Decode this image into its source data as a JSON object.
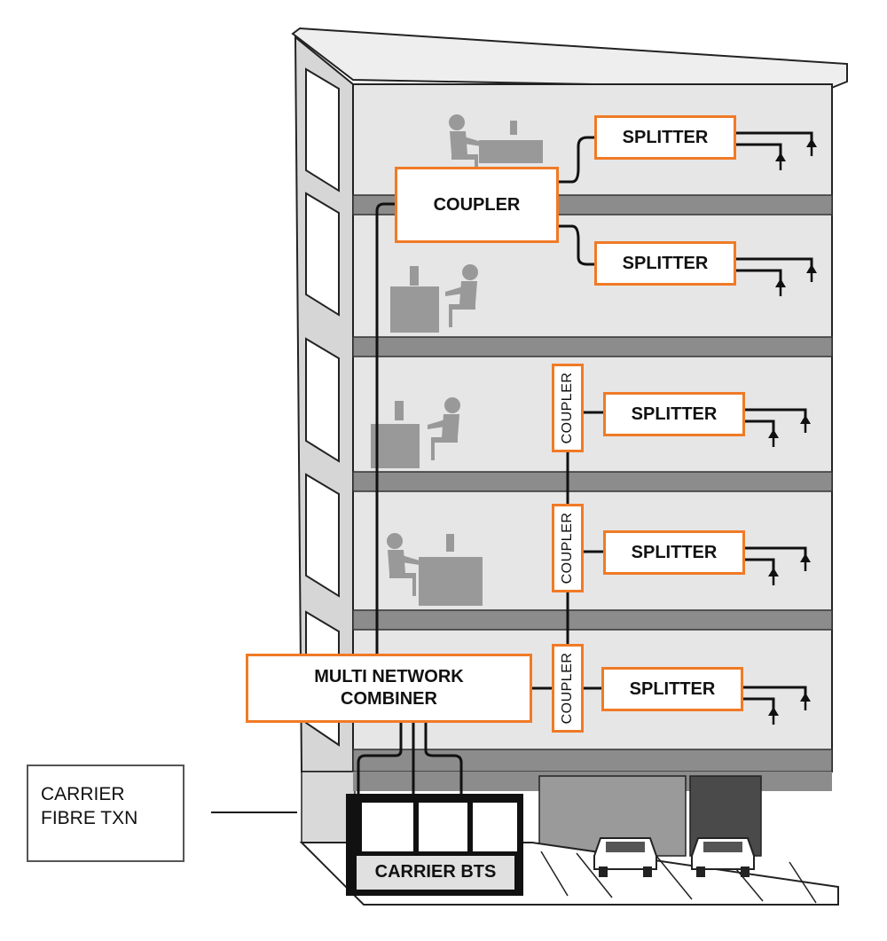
{
  "labels": {
    "coupler_main": "COUPLER",
    "splitter": "SPLITTER",
    "coupler_vertical": "COUPLER",
    "combiner_line1": "MULTI NETWORK",
    "combiner_line2": "COMBINER",
    "carrier_fibre_line1": "CARRIER",
    "carrier_fibre_line2": "FIBRE TXN",
    "carrier_bts": "CARRIER BTS"
  },
  "colors": {
    "accent": "#f07a26",
    "building": "#e4e4e4",
    "slab": "#8a8a8a",
    "cable": "#111111",
    "figure": "#9a9a9a"
  }
}
